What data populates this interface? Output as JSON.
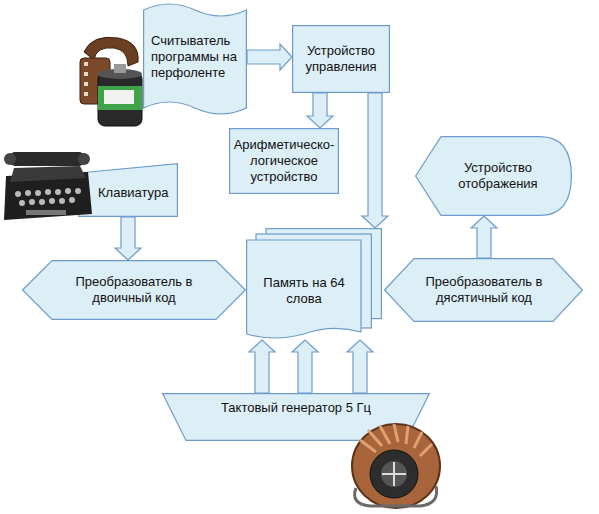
{
  "diagram": {
    "nodes": [
      {
        "text": [
          "Считыватель программы на перфоленте"
        ]
      },
      {
        "text": [
          "Устройство управления"
        ]
      },
      {
        "text": [
          "Арифметическо-логическое устройство"
        ]
      },
      {
        "text": [
          "Клавиатура"
        ]
      },
      {
        "text": [
          "Устройство отображения"
        ]
      },
      {
        "text": [
          "Преобразователь в двоичный код"
        ]
      },
      {
        "text": [
          "Память на 64 слова"
        ]
      },
      {
        "text": [
          "Преобразователь в дясятичный код"
        ]
      },
      {
        "text": [
          "Тактовый генератор 5 Гц"
        ]
      }
    ],
    "edges": [
      {
        "from": 0,
        "to": 1,
        "arrow": "to"
      },
      {
        "from": 1,
        "to": 2,
        "arrow": "to"
      },
      {
        "from": 1,
        "to": 6,
        "arrow": "to"
      },
      {
        "from": 3,
        "to": 5,
        "arrow": "to"
      },
      {
        "from": 7,
        "to": 4,
        "arrow": "to"
      },
      {
        "from": 8,
        "to": 6,
        "arrow": "to"
      },
      {
        "from": 8,
        "to": 6,
        "arrow": "to"
      },
      {
        "from": 8,
        "to": 6,
        "arrow": "to"
      }
    ]
  }
}
